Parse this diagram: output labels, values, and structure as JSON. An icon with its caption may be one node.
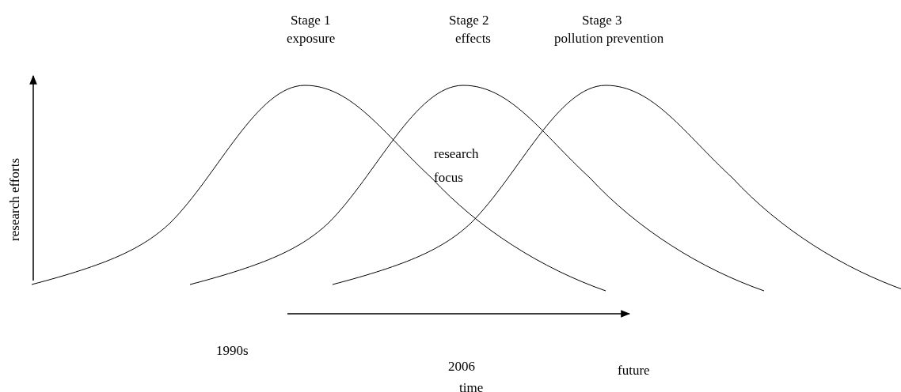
{
  "diagram": {
    "labels": [
      "Stage 1",
      "exposure",
      "Stage 2",
      "effects",
      "Stage 3",
      "pollution prevention",
      "research efforts",
      "research focus",
      "1990s",
      "2006",
      "future",
      "time"
    ]
  }
}
